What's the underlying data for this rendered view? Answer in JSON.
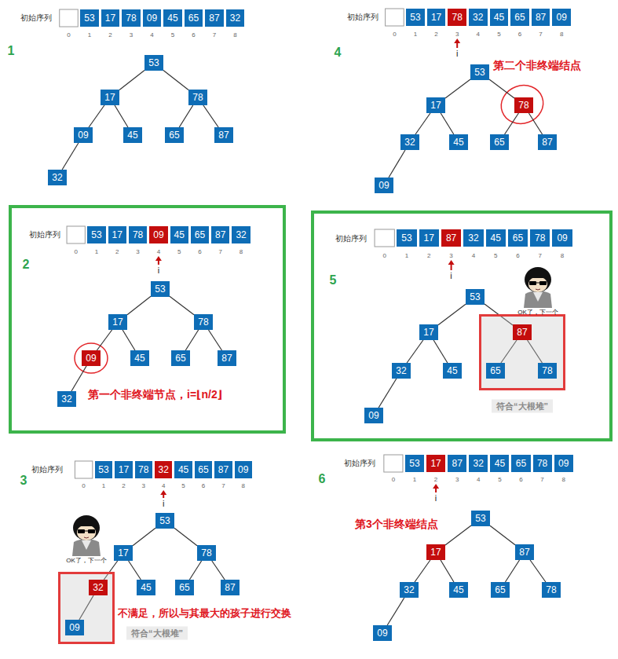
{
  "diagram": {
    "nodes": [
      {
        "text": [
          "53"
        ]
      },
      {
        "text": [
          "17"
        ]
      },
      {
        "text": [
          "78"
        ]
      },
      {
        "text": [
          "09"
        ]
      },
      {
        "text": [
          "45"
        ]
      },
      {
        "text": [
          "65"
        ]
      },
      {
        "text": [
          "87"
        ]
      },
      {
        "text": [
          "32"
        ]
      },
      {
        "text": [
          "53"
        ]
      },
      {
        "text": [
          "17"
        ]
      },
      {
        "text": [
          "78"
        ]
      },
      {
        "text": [
          "32"
        ]
      },
      {
        "text": [
          "45"
        ]
      },
      {
        "text": [
          "65"
        ]
      },
      {
        "text": [
          "87"
        ]
      },
      {
        "text": [
          "09"
        ]
      },
      {
        "text": [
          "53"
        ]
      },
      {
        "text": [
          "17"
        ]
      },
      {
        "text": [
          "78"
        ]
      },
      {
        "text": [
          "09"
        ]
      },
      {
        "text": [
          "45"
        ]
      },
      {
        "text": [
          "65"
        ]
      },
      {
        "text": [
          "87"
        ]
      },
      {
        "text": [
          "32"
        ]
      },
      {
        "text": [
          "符合“大根堆”"
        ]
      },
      {
        "text": [
          "53"
        ]
      },
      {
        "text": [
          "17"
        ]
      },
      {
        "text": [
          "87"
        ],
        "in": 24
      },
      {
        "text": [
          "32"
        ]
      },
      {
        "text": [
          "45"
        ]
      },
      {
        "text": [
          "65"
        ],
        "in": 24
      },
      {
        "text": [
          "78"
        ],
        "in": 24
      },
      {
        "text": [
          "09"
        ]
      },
      {
        "text": [
          "符合“大根堆”"
        ]
      },
      {
        "text": [
          "53"
        ]
      },
      {
        "text": [
          "17"
        ]
      },
      {
        "text": [
          "78"
        ]
      },
      {
        "text": [
          "32"
        ],
        "in": 33
      },
      {
        "text": [
          "45"
        ]
      },
      {
        "text": [
          "65"
        ]
      },
      {
        "text": [
          "87"
        ]
      },
      {
        "text": [
          "09"
        ],
        "in": 33
      },
      {
        "text": [
          "53"
        ]
      },
      {
        "text": [
          "17"
        ]
      },
      {
        "text": [
          "87"
        ]
      },
      {
        "text": [
          "32"
        ]
      },
      {
        "text": [
          "45"
        ]
      },
      {
        "text": [
          "65"
        ]
      },
      {
        "text": [
          "78"
        ]
      },
      {
        "text": [
          "09"
        ]
      }
    ],
    "edges": [
      {
        "from": 0,
        "to": 1,
        "arrow": "none"
      },
      {
        "from": 0,
        "to": 2,
        "arrow": "none"
      },
      {
        "from": 1,
        "to": 3,
        "arrow": "none"
      },
      {
        "from": 1,
        "to": 4,
        "arrow": "none"
      },
      {
        "from": 2,
        "to": 5,
        "arrow": "none"
      },
      {
        "from": 2,
        "to": 6,
        "arrow": "none"
      },
      {
        "from": 3,
        "to": 7,
        "arrow": "none"
      },
      {
        "from": 8,
        "to": 9,
        "arrow": "none"
      },
      {
        "from": 8,
        "to": 10,
        "arrow": "none"
      },
      {
        "from": 9,
        "to": 11,
        "arrow": "none"
      },
      {
        "from": 9,
        "to": 12,
        "arrow": "none"
      },
      {
        "from": 10,
        "to": 13,
        "arrow": "none"
      },
      {
        "from": 10,
        "to": 14,
        "arrow": "none"
      },
      {
        "from": 11,
        "to": 15,
        "arrow": "none"
      },
      {
        "from": 16,
        "to": 17,
        "arrow": "none"
      },
      {
        "from": 16,
        "to": 18,
        "arrow": "none"
      },
      {
        "from": 17,
        "to": 19,
        "arrow": "none"
      },
      {
        "from": 17,
        "to": 20,
        "arrow": "none"
      },
      {
        "from": 18,
        "to": 21,
        "arrow": "none"
      },
      {
        "from": 18,
        "to": 22,
        "arrow": "none"
      },
      {
        "from": 19,
        "to": 23,
        "arrow": "none"
      },
      {
        "from": 25,
        "to": 26,
        "arrow": "none"
      },
      {
        "from": 25,
        "to": 27,
        "arrow": "none"
      },
      {
        "from": 26,
        "to": 28,
        "arrow": "none"
      },
      {
        "from": 26,
        "to": 29,
        "arrow": "none"
      },
      {
        "from": 27,
        "to": 30,
        "arrow": "none"
      },
      {
        "from": 27,
        "to": 31,
        "arrow": "none"
      },
      {
        "from": 28,
        "to": 32,
        "arrow": "none"
      },
      {
        "from": 34,
        "to": 35,
        "arrow": "none"
      },
      {
        "from": 34,
        "to": 36,
        "arrow": "none"
      },
      {
        "from": 35,
        "to": 37,
        "arrow": "none"
      },
      {
        "from": 35,
        "to": 38,
        "arrow": "none"
      },
      {
        "from": 36,
        "to": 39,
        "arrow": "none"
      },
      {
        "from": 36,
        "to": 40,
        "arrow": "none"
      },
      {
        "from": 37,
        "to": 41,
        "arrow": "none"
      },
      {
        "from": 42,
        "to": 43,
        "arrow": "none"
      },
      {
        "from": 42,
        "to": 44,
        "arrow": "none"
      },
      {
        "from": 43,
        "to": 45,
        "arrow": "none"
      },
      {
        "from": 43,
        "to": 46,
        "arrow": "none"
      },
      {
        "from": 44,
        "to": 47,
        "arrow": "none"
      },
      {
        "from": 44,
        "to": 48,
        "arrow": "none"
      },
      {
        "from": 45,
        "to": 49,
        "arrow": "none"
      }
    ],
    "labels": [
      "1",
      "初始序列",
      "53",
      "17",
      "78",
      "09",
      "45",
      "65",
      "87",
      "32",
      "0",
      "1",
      "2",
      "3",
      "4",
      "5",
      "6",
      "7",
      "8",
      "4",
      "初始序列",
      "53",
      "17",
      "78",
      "32",
      "45",
      "65",
      "87",
      "09",
      "0",
      "1",
      "2",
      "3",
      "4",
      "5",
      "6",
      "7",
      "8",
      "i",
      "第二个非终端结点",
      "2",
      "初始序列",
      "53",
      "17",
      "78",
      "09",
      "45",
      "65",
      "87",
      "32",
      "0",
      "1",
      "2",
      "3",
      "4",
      "5",
      "6",
      "7",
      "8",
      "i",
      "第一个非终端节点，i=⌊n/2⌋",
      "5",
      "初始序列",
      "53",
      "17",
      "87",
      "32",
      "45",
      "65",
      "78",
      "09",
      "0",
      "1",
      "2",
      "3",
      "4",
      "5",
      "6",
      "7",
      "8",
      "i",
      "OK了，下一个",
      "3",
      "初始序列",
      "53",
      "17",
      "78",
      "32",
      "45",
      "65",
      "87",
      "09",
      "0",
      "1",
      "2",
      "3",
      "4",
      "5",
      "6",
      "7",
      "8",
      "i",
      "OK了，下一个",
      "不满足，所以与其最大的孩子进行交换",
      "6",
      "初始序列",
      "53",
      "17",
      "87",
      "32",
      "45",
      "65",
      "78",
      "09",
      "0",
      "1",
      "2",
      "3",
      "4",
      "5",
      "6",
      "7",
      "8",
      "i",
      "第3个非终端结点"
    ]
  }
}
